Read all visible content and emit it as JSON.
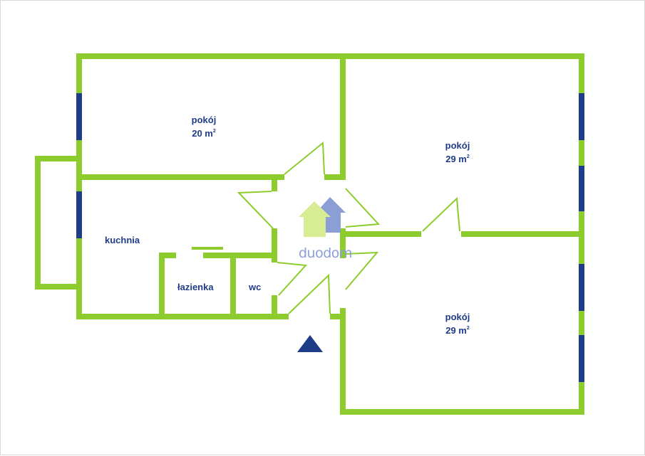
{
  "colors": {
    "wall": "#8dcc2d",
    "window": "#1f3c88",
    "label": "#1f3c88",
    "logo_light": "#d8ec93",
    "logo_blue": "#8b9ed6",
    "logo_text": "#8b9ed6",
    "entrance": "#1f3c88"
  },
  "rooms": {
    "room_top_left": {
      "name": "pokój",
      "area_value": "20 m",
      "area_sup": "2"
    },
    "room_top_right": {
      "name": "pokój",
      "area_value": "29 m",
      "area_sup": "2"
    },
    "room_bottom_right": {
      "name": "pokój",
      "area_value": "29 m",
      "area_sup": "2"
    },
    "kitchen": {
      "name": "kuchnia"
    },
    "bathroom": {
      "name": "łazienka"
    },
    "toilet": {
      "name": "wc"
    }
  },
  "logo": {
    "text": "duodom",
    "icon": "house-logo-icon"
  },
  "entrance": {
    "icon": "entrance-arrow-icon"
  }
}
